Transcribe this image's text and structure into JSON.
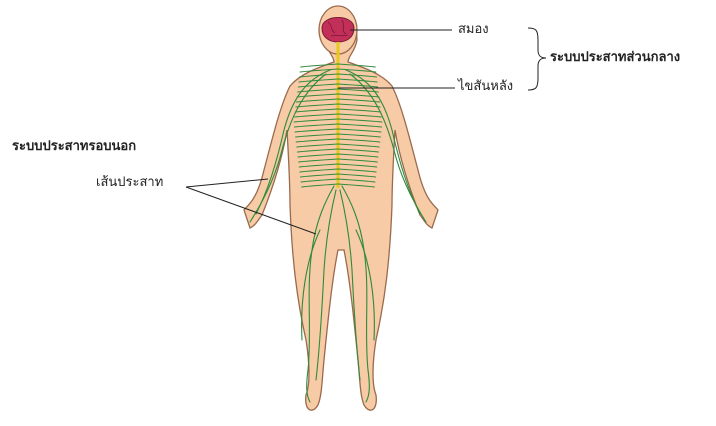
{
  "labels": {
    "brain": "สมอง",
    "spinal_cord": "ไขสันหลัง",
    "central_nervous_system": "ระบบประสาทส่วนกลาง",
    "peripheral_nervous_system": "ระบบประสาทรอบนอก",
    "nerves": "เส้นประสาท"
  },
  "colors": {
    "skin": "#f6cba5",
    "skin_outline": "#9a6a4e",
    "brain": "#c2305a",
    "spinal_cord": "#e8c81a",
    "nerve": "#2f8a3c",
    "leader_line": "#222222"
  }
}
